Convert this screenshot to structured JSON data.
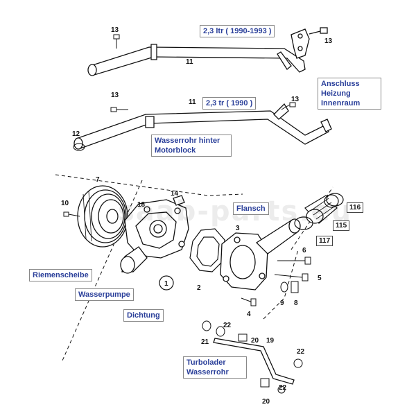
{
  "watermark": "saab-parts.eu",
  "labels": {
    "engine_1993": "2,3 ltr  ( 1990-1993 )",
    "engine_1990": "2,3 tr  ( 1990 )",
    "heater_line": [
      "Anschluss",
      "Heizung",
      "Innenraum"
    ],
    "rear_pipe": [
      "Wasserrohr hinter",
      "Motorblock"
    ],
    "flange": "Flansch",
    "pulley": "Riemenscheibe",
    "pump": "Wasserpumpe",
    "gasket": "Dichtung",
    "turbo_pipe": [
      "Turbolader",
      "Wasserrohr"
    ]
  },
  "part_numbers": {
    "n1": "1",
    "n2": "2",
    "n3": "3",
    "n4": "4",
    "n5": "5",
    "n6": "6",
    "n7": "7",
    "n8": "8",
    "n9": "9",
    "n10": "10",
    "n11_top": "11",
    "n11_mid": "11",
    "n12": "12",
    "n13_a": "13",
    "n13_b": "13",
    "n13_c": "13",
    "n13_d": "13",
    "n14": "14",
    "n18": "18",
    "n19": "19",
    "n20_a": "20",
    "n20_b": "20",
    "n21": "21",
    "n22_a": "22",
    "n22_b": "22",
    "n22_c": "22",
    "n115": "115",
    "n116": "116",
    "n117": "117"
  }
}
